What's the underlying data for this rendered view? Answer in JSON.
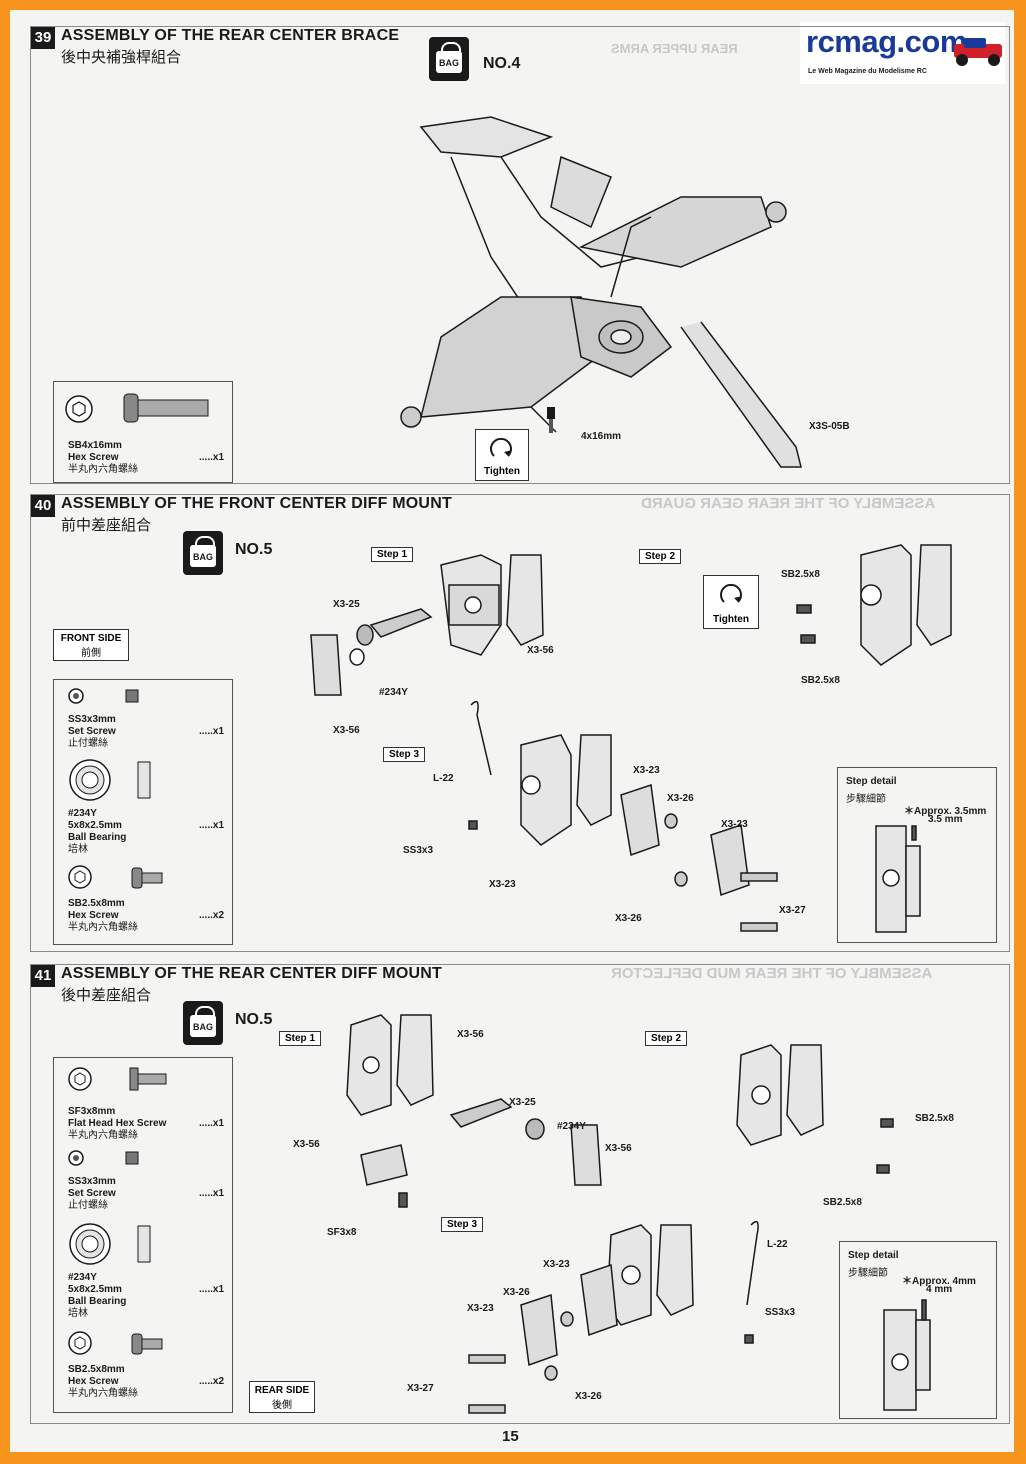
{
  "logo": {
    "name": "rcmag.com",
    "tagline": "Le Web Magazine du Modelisme RC"
  },
  "sections": [
    {
      "number": "39",
      "title": "ASSEMBLY OF THE REAR CENTER BRACE",
      "title_cn": "後中央補強桿組合",
      "bag": {
        "label": "BAG",
        "number": "NO.4"
      },
      "parts": [
        {
          "name": "SB4x16mm",
          "desc": "Hex Screw",
          "cn": "半丸內六角螺絲",
          "qty": ".....x1"
        }
      ],
      "labels": {
        "screw": "4x16mm",
        "brace": "X3S-05B",
        "tighten": "Tighten"
      }
    },
    {
      "number": "40",
      "title": "ASSEMBLY OF THE FRONT CENTER DIFF MOUNT",
      "title_cn": "前中差座組合",
      "bag": {
        "label": "BAG",
        "number": "NO.5"
      },
      "side": {
        "en": "FRONT SIDE",
        "cn": "前側"
      },
      "parts": [
        {
          "name": "SS3x3mm",
          "desc": "Set Screw",
          "cn": "止付螺絲",
          "qty": ".....x1"
        },
        {
          "name": "#234Y",
          "desc": "5x8x2.5mm",
          "desc2": "Ball Bearing",
          "cn": "培林",
          "qty": ".....x1"
        },
        {
          "name": "SB2.5x8mm",
          "desc": "Hex Screw",
          "cn": "半丸內六角螺絲",
          "qty": ".....x2"
        }
      ],
      "steps": [
        "Step 1",
        "Step 2",
        "Step 3"
      ],
      "labels": {
        "x325": "X3-25",
        "x356a": "X3-56",
        "x356b": "X3-56",
        "b234": "#234Y",
        "sb1": "SB2.5x8",
        "sb2": "SB2.5x8",
        "tighten": "Tighten",
        "l22": "L-22",
        "ss3": "SS3x3",
        "x323a": "X3-23",
        "x326a": "X3-26",
        "x323b": "X3-23",
        "x323c": "X3-23",
        "x326b": "X3-26",
        "x327": "X3-27"
      },
      "detail": {
        "title": "Step detail",
        "cn": "步驟細節",
        "approx": "＊Approx. 3.5mm",
        "dim": "3.5 mm"
      }
    },
    {
      "number": "41",
      "title": "ASSEMBLY OF THE REAR CENTER DIFF MOUNT",
      "title_cn": "後中差座組合",
      "bag": {
        "label": "BAG",
        "number": "NO.5"
      },
      "side": {
        "en": "REAR SIDE",
        "cn": "後側"
      },
      "parts": [
        {
          "name": "SF3x8mm",
          "desc": "Flat Head Hex Screw",
          "cn": "半丸內六角螺絲",
          "qty": ".....x1"
        },
        {
          "name": "SS3x3mm",
          "desc": "Set Screw",
          "cn": "止付螺絲",
          "qty": ".....x1"
        },
        {
          "name": "#234Y",
          "desc": "5x8x2.5mm",
          "desc2": "Ball Bearing",
          "cn": "培林",
          "qty": ".....x1"
        },
        {
          "name": "SB2.5x8mm",
          "desc": "Hex Screw",
          "cn": "半丸內六角螺絲",
          "qty": ".....x2"
        }
      ],
      "steps": [
        "Step 1",
        "Step 2",
        "Step 3"
      ],
      "labels": {
        "x356a": "X3-56",
        "x325": "X3-25",
        "b234": "#234Y",
        "x356b": "X3-56",
        "x356c": "X3-56",
        "sf3": "SF3x8",
        "sb1": "SB2.5x8",
        "sb2": "SB2.5x8",
        "x323a": "X3-23",
        "l22": "L-22",
        "x326a": "X3-26",
        "ss3": "SS3x3",
        "x323b": "X3-23",
        "x327": "X3-27",
        "x326b": "X3-26"
      },
      "detail": {
        "title": "Step detail",
        "cn": "步驟細節",
        "approx": "＊Approx. 4mm",
        "dim": "4 mm"
      }
    }
  ],
  "page_number": "15",
  "colors": {
    "border": "#f7941d",
    "page": "#f4f4f2",
    "ink": "#1a1a1a",
    "logo_blue": "#1a3a9a",
    "logo_red": "#d0202a"
  }
}
